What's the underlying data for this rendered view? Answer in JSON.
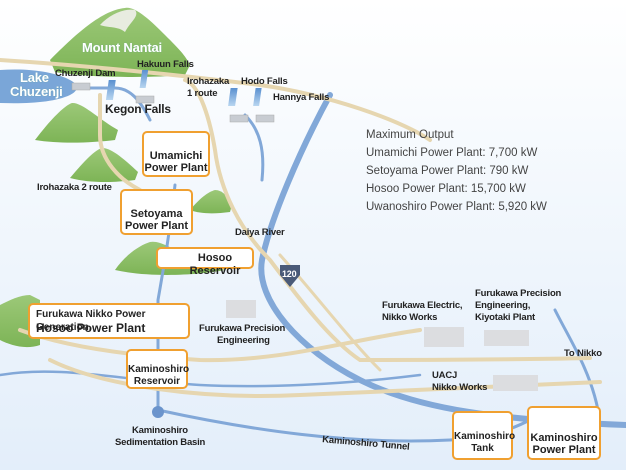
{
  "map_title": "Furukawa Nikko hydroelectric power network",
  "colors": {
    "river": "#82a8d8",
    "road": "#e6d6b0",
    "mountain": "#8dc066",
    "box_border": "#f0a030",
    "plant_icon": "#f2c07a",
    "lake": "#7aa6d8",
    "route_shield": "#4a5a78"
  },
  "landmarks": {
    "mount_nantai": "Mount Nantai",
    "lake_chuzenji_line1": "Lake",
    "lake_chuzenji_line2": "Chuzenji",
    "chuzenji_dam": "Chuzenji Dam",
    "hakuun_falls": "Hakuun Falls",
    "kegon_falls": "Kegon Falls",
    "irohazaka_1_line1": "Irohazaka",
    "irohazaka_1_line2": "1 route",
    "hodo_falls": "Hodo Falls",
    "hannya_falls": "Hannya Falls",
    "irohazaka_2": "Irohazaka 2 route",
    "daiya_river": "Daiya River",
    "route_number": "120",
    "furukawa_precision_line1": "Furukawa Precision",
    "furukawa_precision_line2": "Engineering",
    "furukawa_electric_line1": "Furukawa Electric,",
    "furukawa_electric_line2": "Nikko Works",
    "fpe_kiyotaki_line1": "Furukawa Precision",
    "fpe_kiyotaki_line2": "Engineering,",
    "fpe_kiyotaki_line3": "Kiyotaki Plant",
    "uacj_line1": "UACJ",
    "uacj_line2": "Nikko Works",
    "to_nikko": "To Nikko",
    "sed_basin_line1": "Kaminoshiro",
    "sed_basin_line2": "Sedimentation Basin",
    "tunnel": "Kaminoshiro Tunnel"
  },
  "facilities": {
    "umamichi": {
      "line1": "Umamichi",
      "line2": "Power Plant"
    },
    "setoyama": {
      "line1": "Setoyama",
      "line2": "Power Plant"
    },
    "hosoo_reservoir": {
      "line1": "Hosoo Reservoir"
    },
    "hosoo_plant": {
      "line1": "Furukawa Nikko Power Generation,",
      "line2": "Hosoo Power Plant"
    },
    "kaminoshiro_reservoir": {
      "line1": "Kaminoshiro",
      "line2": "Reservoir"
    },
    "kaminoshiro_tank": {
      "line1": "Kaminoshiro",
      "line2": "Tank"
    },
    "kaminoshiro_plant": {
      "line1": "Kaminoshiro",
      "line2": "Power Plant"
    }
  },
  "legend": {
    "title": "Maximum Output",
    "rows": [
      {
        "plant": "Umamichi Power Plant:",
        "value": "7,700 kW"
      },
      {
        "plant": "Setoyama Power Plant:",
        "value": "790 kW"
      },
      {
        "plant": "Hosoo Power Plant:",
        "value": "15,700 kW"
      },
      {
        "plant": "Uwanoshiro Power Plant:",
        "value": "5,920 kW"
      }
    ]
  }
}
